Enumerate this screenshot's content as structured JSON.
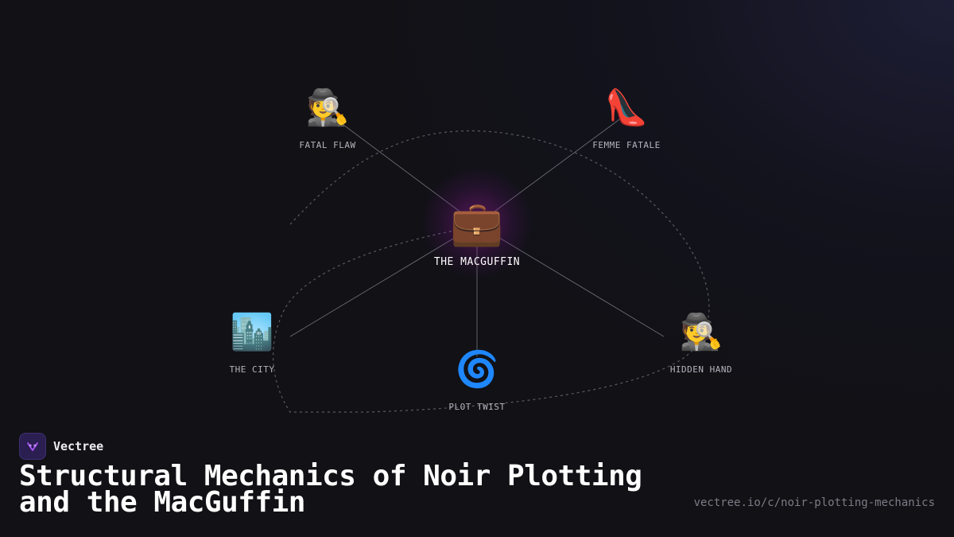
{
  "diagram": {
    "center": {
      "icon": "💼",
      "icon_name": "briefcase-icon",
      "label": "THE MACGUFFIN"
    },
    "nodes": [
      {
        "id": "fatal-flaw",
        "icon": "🕵️",
        "icon_name": "detective-icon",
        "label": "FATAL FLAW"
      },
      {
        "id": "femme-fatale",
        "icon": "👠",
        "icon_name": "high-heel-icon",
        "label": "FEMME FATALE"
      },
      {
        "id": "the-city",
        "icon": "🏙️",
        "icon_name": "cityscape-icon",
        "label": "THE CITY"
      },
      {
        "id": "plot-twist",
        "icon": "🌀",
        "icon_name": "cyclone-icon",
        "label": "PLOT TWIST"
      },
      {
        "id": "hidden-hand",
        "icon": "🕵️",
        "icon_name": "detective-icon",
        "label": "HIDDEN HAND"
      }
    ],
    "accent_color": "#a020a0"
  },
  "brand": {
    "name": "Vectree",
    "logo_color": "#2b1f52"
  },
  "title": "Structural Mechanics of Noir Plotting and the MacGuffin",
  "url": "vectree.io/c/noir-plotting-mechanics"
}
